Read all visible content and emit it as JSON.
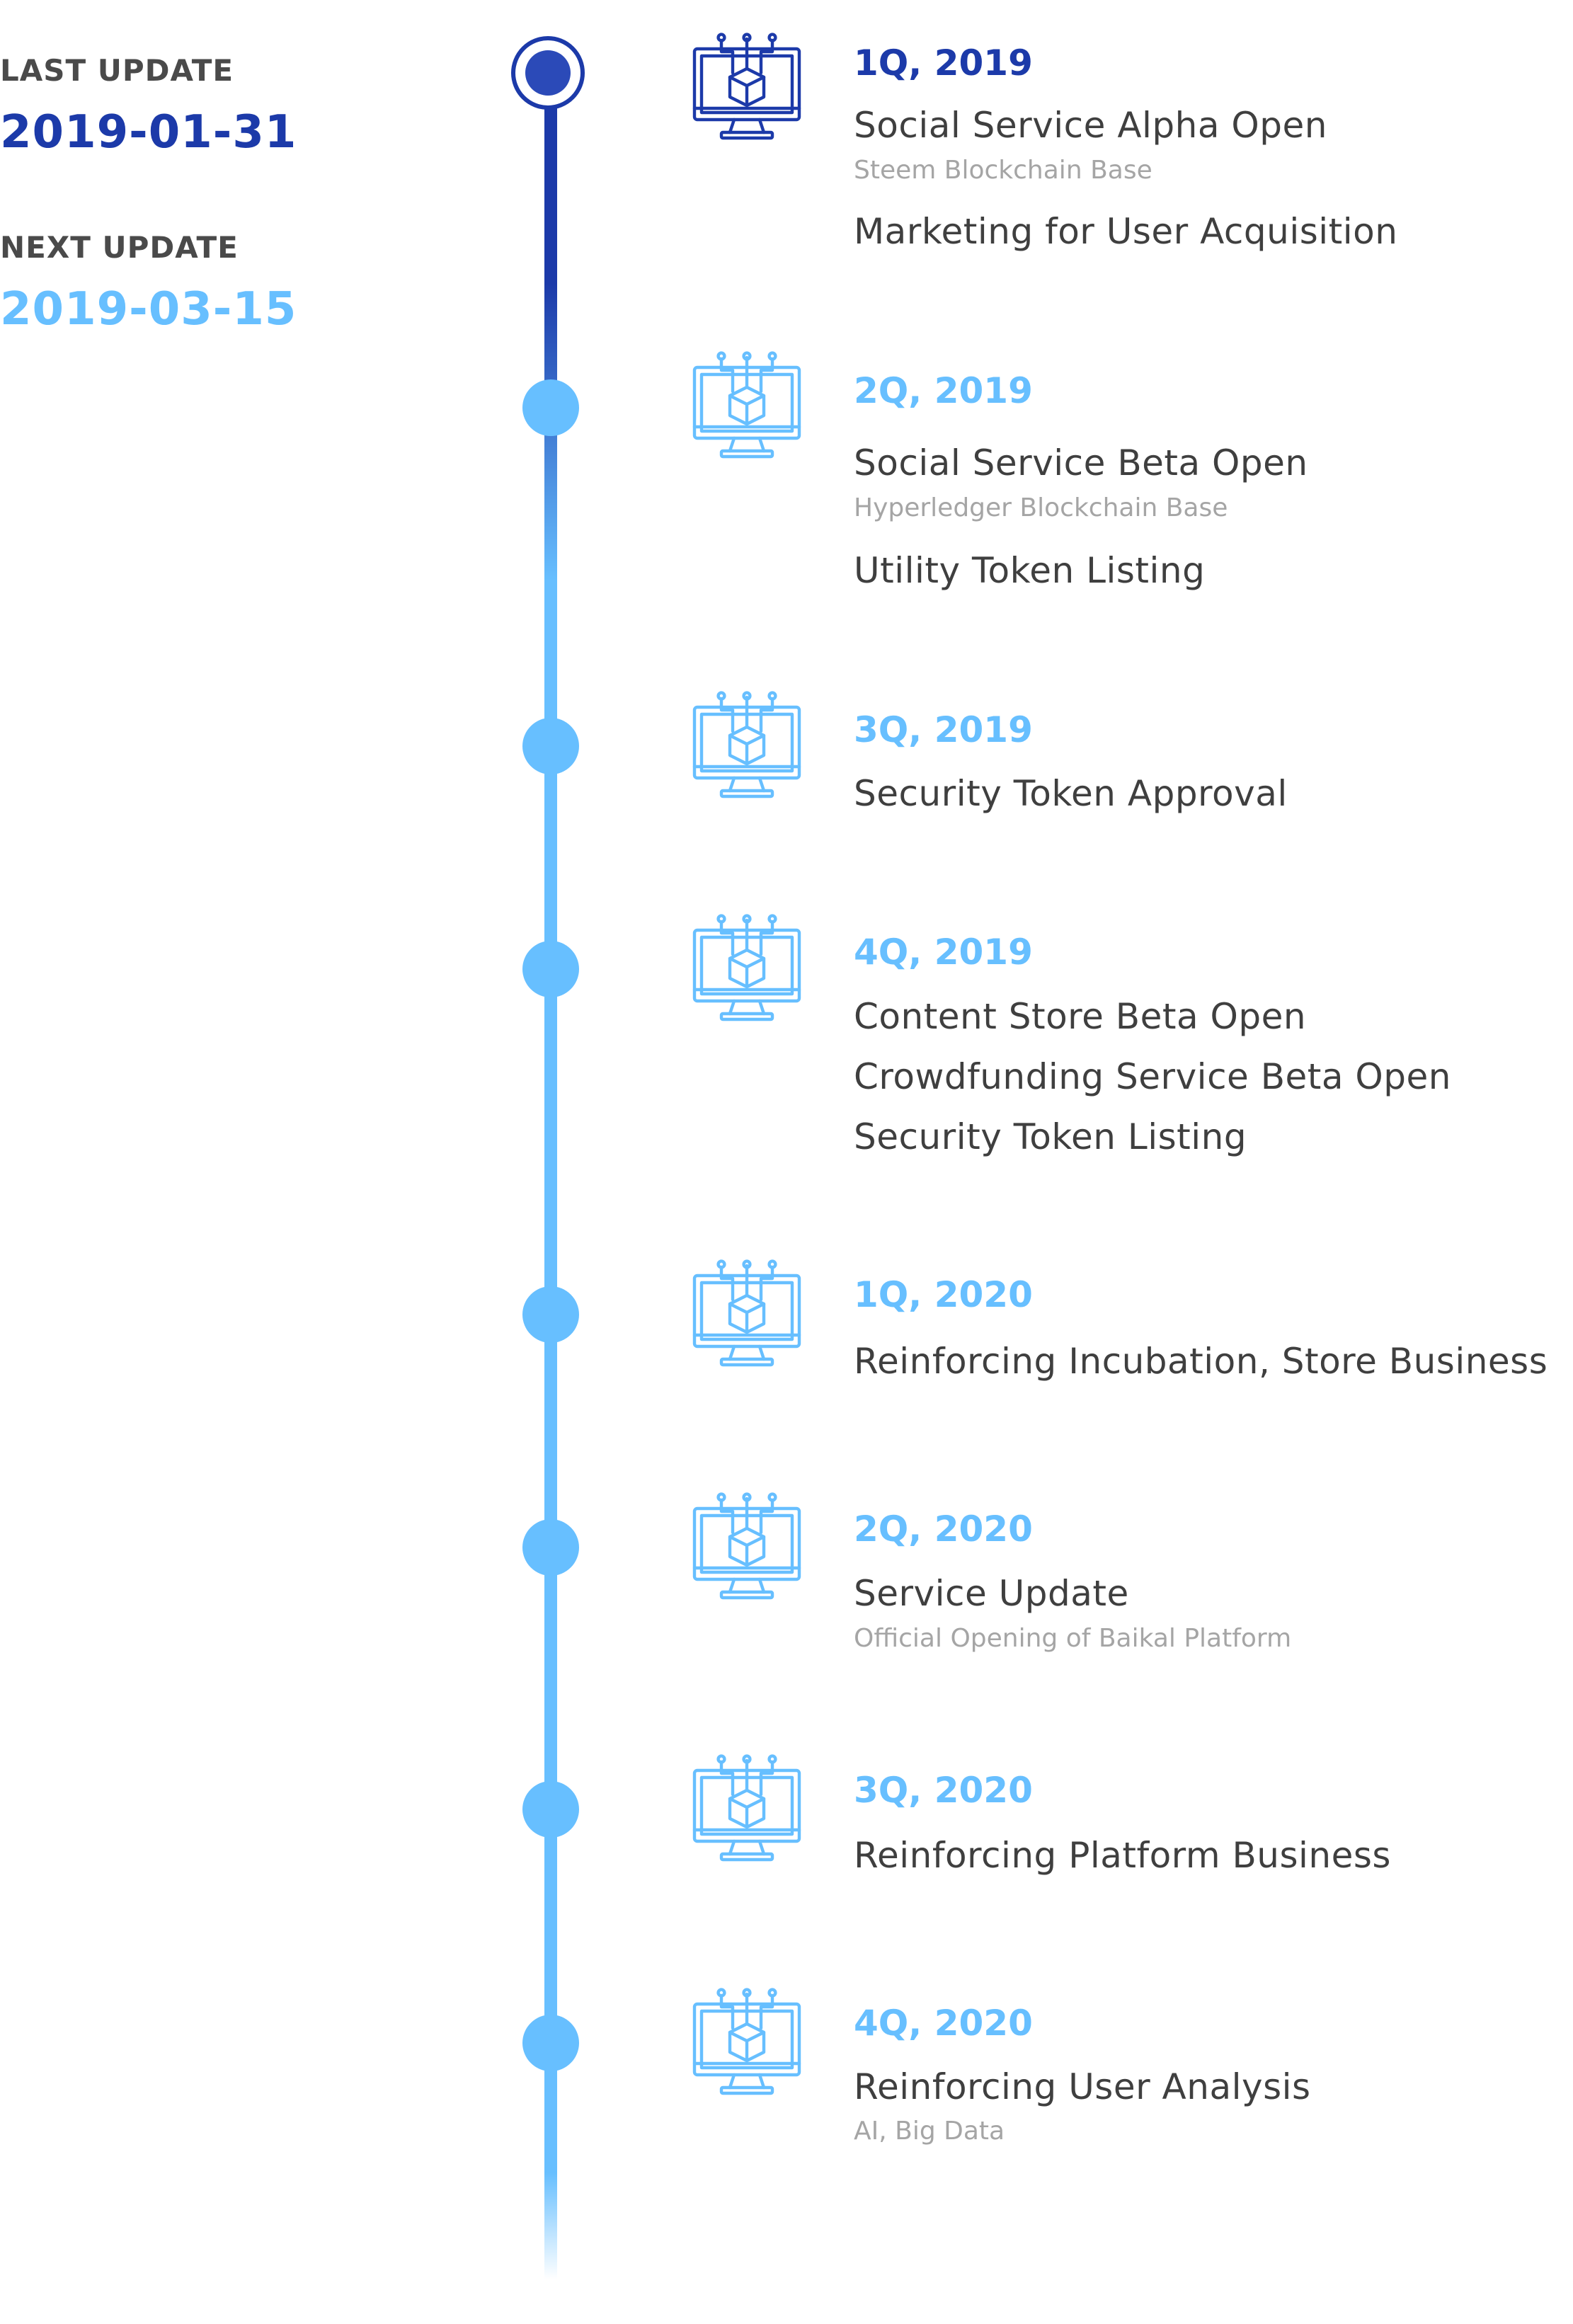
{
  "status": {
    "last_update_label": "LAST UPDATE",
    "last_update_date": "2019-01-31",
    "next_update_label": "NEXT UPDATE",
    "next_update_date": "2019-03-15"
  },
  "colors": {
    "dark_blue": "#1c3aa9",
    "light_blue": "#67bfff",
    "text_dark": "#3f3f3f",
    "text_muted": "#a5a5a5"
  },
  "icon": "monitor-blockchain-cube-icon",
  "milestones": [
    {
      "quarter": "1Q, 2019",
      "items": [
        {
          "text": "Social Service Alpha Open",
          "sub": "Steem Blockchain Base"
        },
        {
          "text": "Marketing for User Acquisition"
        }
      ]
    },
    {
      "quarter": "2Q, 2019",
      "items": [
        {
          "text": "Social Service Beta Open",
          "sub": "Hyperledger Blockchain Base"
        },
        {
          "text": "Utility Token Listing"
        }
      ]
    },
    {
      "quarter": "3Q, 2019",
      "items": [
        {
          "text": "Security Token Approval"
        }
      ]
    },
    {
      "quarter": "4Q, 2019",
      "items": [
        {
          "text": "Content Store Beta Open"
        },
        {
          "text": "Crowdfunding Service Beta Open"
        },
        {
          "text": "Security Token Listing"
        }
      ]
    },
    {
      "quarter": "1Q, 2020",
      "items": [
        {
          "text": "Reinforcing Incubation, Store Business"
        }
      ]
    },
    {
      "quarter": "2Q, 2020",
      "items": [
        {
          "text": "Service Update",
          "sub": "Official Opening of Baikal Platform"
        }
      ]
    },
    {
      "quarter": "3Q, 2020",
      "items": [
        {
          "text": "Reinforcing Platform Business"
        }
      ]
    },
    {
      "quarter": "4Q, 2020",
      "items": [
        {
          "text": "Reinforcing User Analysis",
          "sub": "AI, Big Data"
        }
      ]
    }
  ]
}
